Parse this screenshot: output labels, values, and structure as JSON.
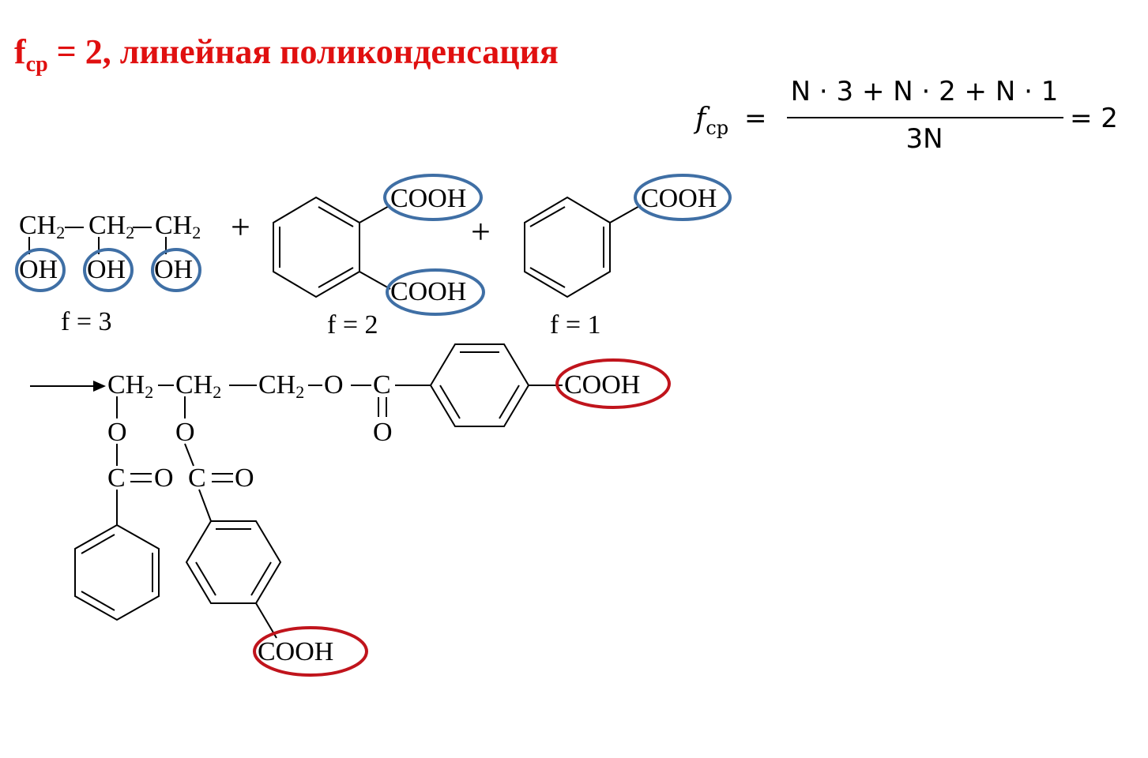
{
  "title": {
    "prefix": "f",
    "sub": "ср",
    "rest": " = 2, линейная поликонденсация"
  },
  "formula": {
    "lhs": "f",
    "lhs_sub": "ср",
    "eq": "=",
    "numerator": "N · 3 + N · 2 + N · 1",
    "denominator": "3N",
    "result": "= 2"
  },
  "reactants": {
    "glycerol": {
      "ch2": "CH",
      "two": "2",
      "oh": "OH",
      "f_label": "f = 3"
    },
    "phthalic": {
      "cooh": "COOH",
      "f_label": "f = 2"
    },
    "benzoic": {
      "cooh": "COOH",
      "f_label": "f = 1"
    },
    "plus": "+"
  },
  "product": {
    "ch2": "CH",
    "two": "2",
    "o": "O",
    "c": "C",
    "co": "C",
    "eqO": "=O",
    "cooh": "COOH"
  },
  "colors": {
    "title": "#e01010",
    "blue_ring": "#3f6fa5",
    "red_ring": "#c0141c",
    "bond": "#000000"
  }
}
